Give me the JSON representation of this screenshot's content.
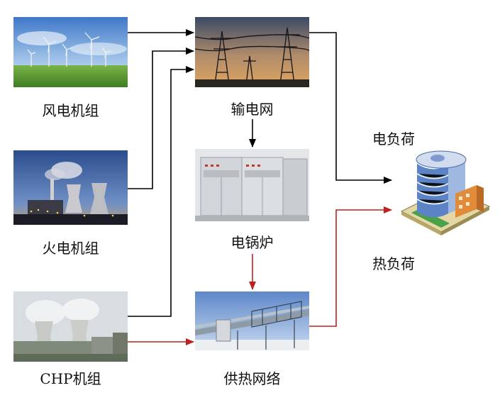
{
  "nodes": {
    "wind": "风电机组",
    "thermal": "火电机组",
    "chp": "CHP机组",
    "grid": "输电网",
    "boiler": "电锅炉",
    "heatnet": "供热网络",
    "elec_load": "电负荷",
    "heat_load": "热负荷"
  },
  "colors": {
    "electric_flow": "#000000",
    "heat_flow": "#c0201c"
  }
}
